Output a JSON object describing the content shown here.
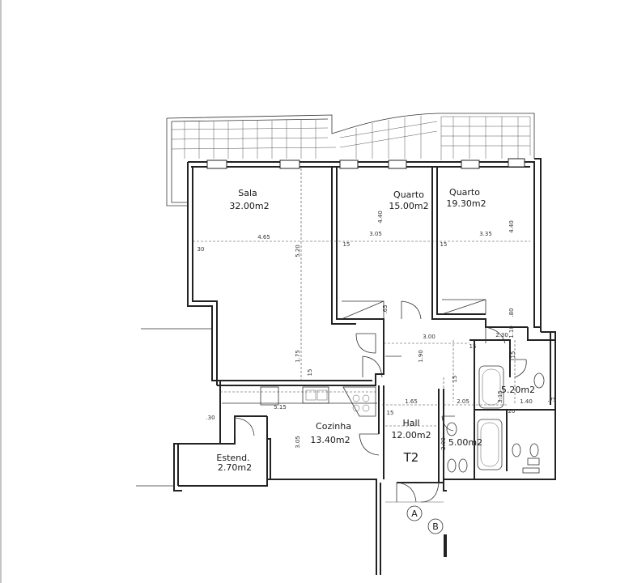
{
  "rooms": {
    "sala": {
      "name": "Sala",
      "area": "32.00m2"
    },
    "quarto1": {
      "name": "Quarto",
      "area": "15.00m2"
    },
    "quarto2": {
      "name": "Quarto",
      "area": "19.30m2"
    },
    "cozinha": {
      "name": "Cozinha",
      "area": "13.40m2"
    },
    "hall": {
      "name": "Hall",
      "area": "12.00m2"
    },
    "estend": {
      "name": "Estend.",
      "area": "2.70m2"
    },
    "wc1": {
      "area": "5.20m2"
    },
    "wc2": {
      "area": "5.00m2"
    }
  },
  "unit_label": "T2",
  "markers": {
    "a": "A",
    "b": "B"
  },
  "dimensions": {
    "d465": "4.65",
    "d520": "5.20",
    "d305a": "3.05",
    "d440a": "4.40",
    "d335": "3.35",
    "d440b": "4.40",
    "d30a": "30",
    "d15a": "15",
    "d15b": "15",
    "d15c": "15",
    "d300": "3.00",
    "d230": "2.30",
    "d110": "1.10",
    "d080": ".80",
    "d065": ".65",
    "d175": "1.75",
    "d190": "1.90",
    "d165": "1.65",
    "d515": "5.15",
    "d205": "2.05",
    "d140": "1.40",
    "d315": "3.15",
    "d200": "2.00",
    "d305b": "3.05",
    "d30b": ".30",
    "d15d": "15",
    "d15e": "15",
    "d15f": "15",
    "d20": "20",
    "d15g": "15",
    "d75": ".75"
  }
}
